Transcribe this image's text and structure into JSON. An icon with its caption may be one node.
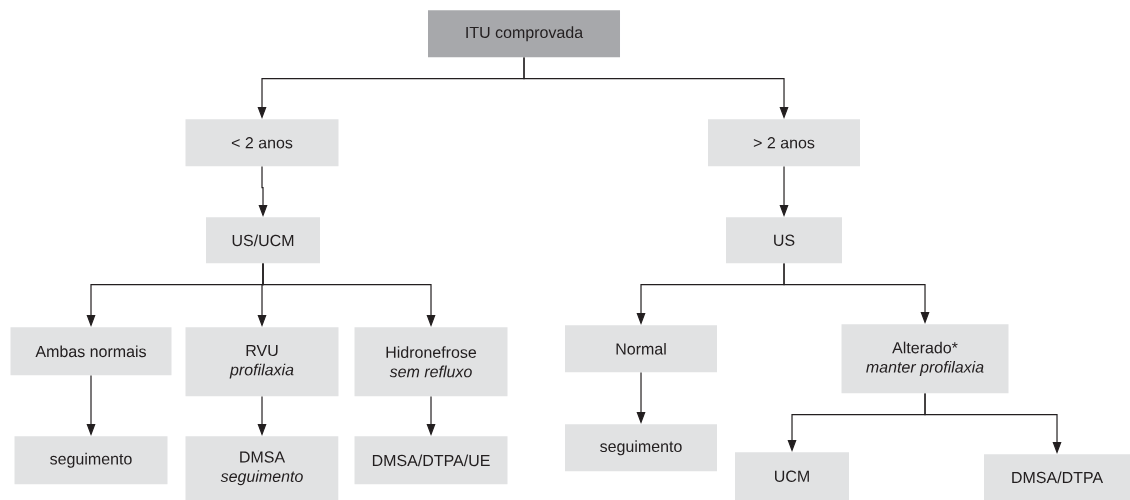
{
  "diagram": {
    "nodes": [
      {
        "text": [
          "ITU comprovada"
        ]
      },
      {
        "text": [
          "< 2 anos"
        ]
      },
      {
        "text": [
          "> 2 anos"
        ]
      },
      {
        "text": [
          "US/UCM"
        ]
      },
      {
        "text": [
          "US"
        ]
      },
      {
        "text": [
          "Ambas normais"
        ]
      },
      {
        "text": [
          "RVU",
          "profilaxia"
        ]
      },
      {
        "text": [
          "Hidronefrose",
          "sem refluxo"
        ]
      },
      {
        "text": [
          "seguimento"
        ]
      },
      {
        "text": [
          "DMSA",
          "seguimento"
        ]
      },
      {
        "text": [
          "DMSA/DTPA/UE"
        ]
      },
      {
        "text": [
          "Normal"
        ]
      },
      {
        "text": [
          "Alterado*",
          "manter profilaxia"
        ]
      },
      {
        "text": [
          "seguimento"
        ]
      },
      {
        "text": [
          "UCM"
        ]
      },
      {
        "text": [
          "DMSA/DTPA"
        ]
      }
    ],
    "edges": [
      {
        "from": 0,
        "to": 1,
        "arrow": "to"
      },
      {
        "from": 0,
        "to": 2,
        "arrow": "to"
      },
      {
        "from": 1,
        "to": 3,
        "arrow": "to"
      },
      {
        "from": 2,
        "to": 4,
        "arrow": "to"
      },
      {
        "from": 3,
        "to": 5,
        "arrow": "to"
      },
      {
        "from": 3,
        "to": 6,
        "arrow": "to"
      },
      {
        "from": 3,
        "to": 7,
        "arrow": "to"
      },
      {
        "from": 5,
        "to": 8,
        "arrow": "to"
      },
      {
        "from": 6,
        "to": 9,
        "arrow": "to"
      },
      {
        "from": 7,
        "to": 10,
        "arrow": "to"
      },
      {
        "from": 4,
        "to": 11,
        "arrow": "to"
      },
      {
        "from": 4,
        "to": 12,
        "arrow": "to"
      },
      {
        "from": 11,
        "to": 13,
        "arrow": "to"
      },
      {
        "from": 12,
        "to": 14,
        "arrow": "to"
      },
      {
        "from": 12,
        "to": 15,
        "arrow": "to"
      }
    ]
  }
}
